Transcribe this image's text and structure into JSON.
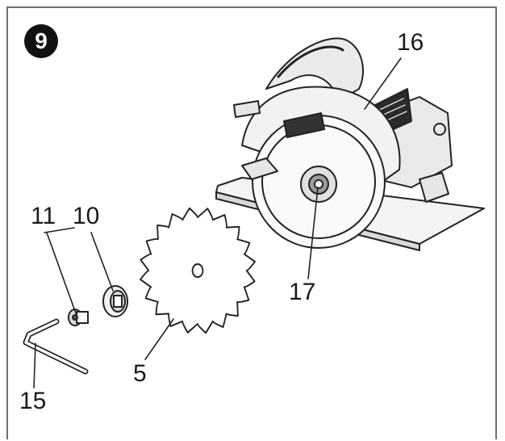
{
  "figure": {
    "step_number": "9",
    "callouts": {
      "wrench": "15",
      "bolt": "11",
      "washer": "10",
      "blade": "5",
      "spindle": "17",
      "saw_body": "16"
    }
  }
}
